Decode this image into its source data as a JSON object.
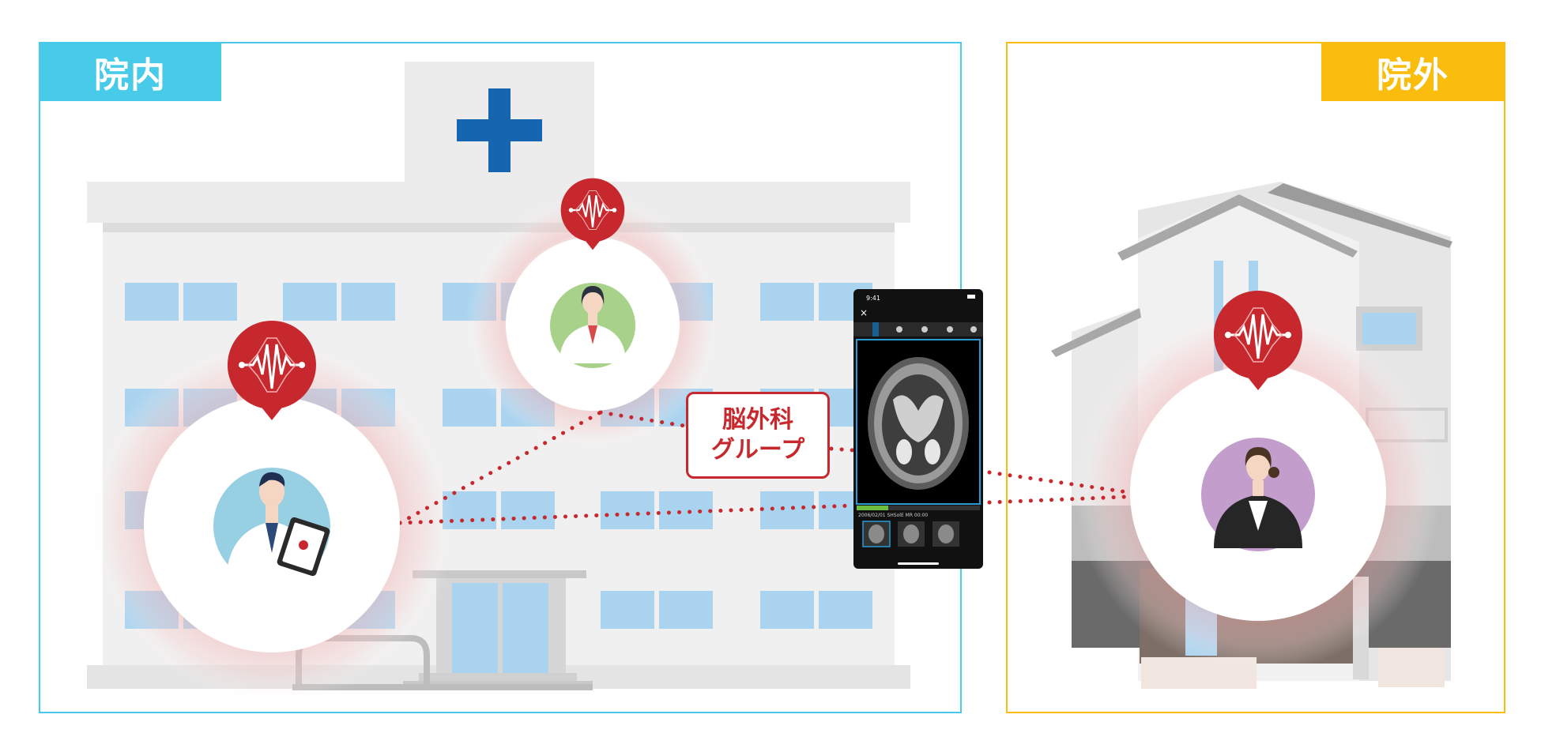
{
  "zones": {
    "inside_label": "院内",
    "outside_label": "院外",
    "inside_color": "#47cbe8",
    "outside_color": "#fbbd0d"
  },
  "group": {
    "label_line1": "脳外科",
    "label_line2": "グループ",
    "color": "#c7282d"
  },
  "phone": {
    "time": "9:41",
    "series_info": "2006/02/01 SHSolE MR 00:00"
  },
  "people": [
    {
      "role": "doctor-with-tablet",
      "zone": "inside"
    },
    {
      "role": "female-doctor",
      "zone": "inside"
    },
    {
      "role": "remote-woman",
      "zone": "outside"
    }
  ],
  "icons": {
    "marker": "voice-wave-pin-icon",
    "building": "hospital-building",
    "home": "house-building"
  }
}
